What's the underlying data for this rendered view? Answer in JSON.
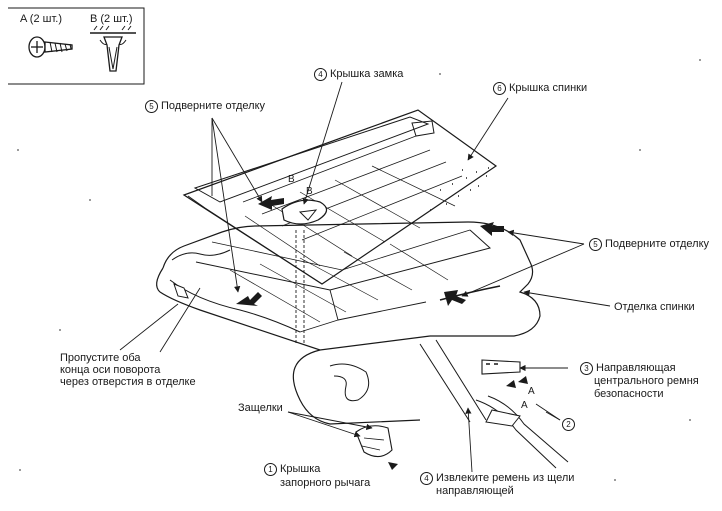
{
  "legend": {
    "a_label": "A (2 шт.)",
    "b_label": "B (2 шт.)"
  },
  "callouts": {
    "c1_num": "1",
    "c1_text_1": "Крышка",
    "c1_text_2": "запорного рычага",
    "c2_num": "2",
    "c3_num": "3",
    "c3_text_1": "Направляющая",
    "c3_text_2": "центрального ремня",
    "c3_text_3": "безопасности",
    "c4a_num": "4",
    "c4a_text": "Крышка замка",
    "c4b_num": "4",
    "c4b_text_1": "Извлеките ремень из щели",
    "c4b_text_2": "направляющей",
    "c5a_num": "5",
    "c5a_text": "Подверните отделку",
    "c5b_num": "5",
    "c5b_text": "Подверните отделку",
    "c6_num": "6",
    "c6_text": "Крышка спинки",
    "trim": "Отделка спинки",
    "latches": "Защелки",
    "pivot_1": "Пропустите оба",
    "pivot_2": "конца оси поворота",
    "pivot_3": "через отверстия в отделке",
    "a_mark_1": "A",
    "a_mark_2": "A",
    "b_mark_1": "B",
    "b_mark_2": "B"
  }
}
